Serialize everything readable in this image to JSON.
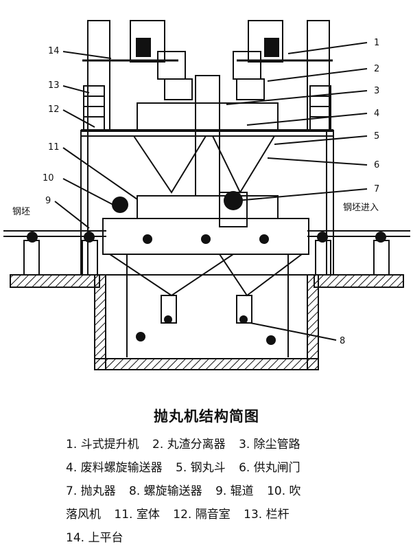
{
  "caption": "抛丸机结构简图",
  "side_labels": {
    "left": "钢坯",
    "right": "钢坯进入"
  },
  "callouts": [
    "1",
    "2",
    "3",
    "4",
    "5",
    "6",
    "7",
    "8",
    "9",
    "10",
    "11",
    "12",
    "13",
    "14"
  ],
  "legend_lines": [
    [
      "1. 斗式提升机",
      "2. 丸渣分离器",
      "3. 除尘管路"
    ],
    [
      "4. 废料螺旋输送器",
      "5. 钢丸斗",
      "6. 供丸闸门"
    ],
    [
      "7. 抛丸器",
      "8. 螺旋输送器",
      "9. 辊道",
      "10. 吹"
    ],
    [
      "落风机",
      "11. 室体",
      "12. 隔音室",
      "13. 栏杆"
    ],
    [
      "14. 上平台"
    ]
  ]
}
